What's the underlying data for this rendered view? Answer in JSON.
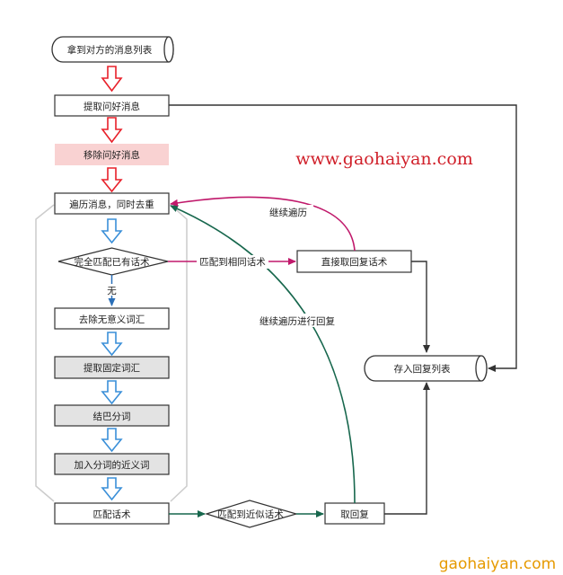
{
  "nodes": {
    "get_list": "拿到对方的消息列表",
    "extract_greeting": "提取问好消息",
    "remove_greeting": "移除问好消息",
    "traverse_dedupe": "遍历消息，同时去重",
    "full_match": "完全匹配已有话术",
    "remove_meaningless": "去除无意义词汇",
    "extract_fixed": "提取固定词汇",
    "jieba": "结巴分词",
    "add_synonyms": "加入分词的近义词",
    "match_script": "匹配话术",
    "similar_match": "匹配到近似话术",
    "take_reply": "取回复",
    "direct_take": "直接取回复话术",
    "store_list": "存入回复列表"
  },
  "edges": {
    "matched_same": "匹配到相同话术",
    "continue_traverse": "继续遍历",
    "continue_reply": "继续遍历进行回复",
    "none": "无"
  },
  "watermark": {
    "url": "www.gaohaiyan.com",
    "footer": "gaohaiyan.com"
  },
  "colors": {
    "red_arrow": "#e8202a",
    "blue_arrow": "#3a8fd8",
    "magenta": "#c0196b",
    "green": "#17674d",
    "highlight_fill": "#f9d2d2",
    "gray_fill": "#e3e3e3",
    "bracket": "#cccccc"
  }
}
